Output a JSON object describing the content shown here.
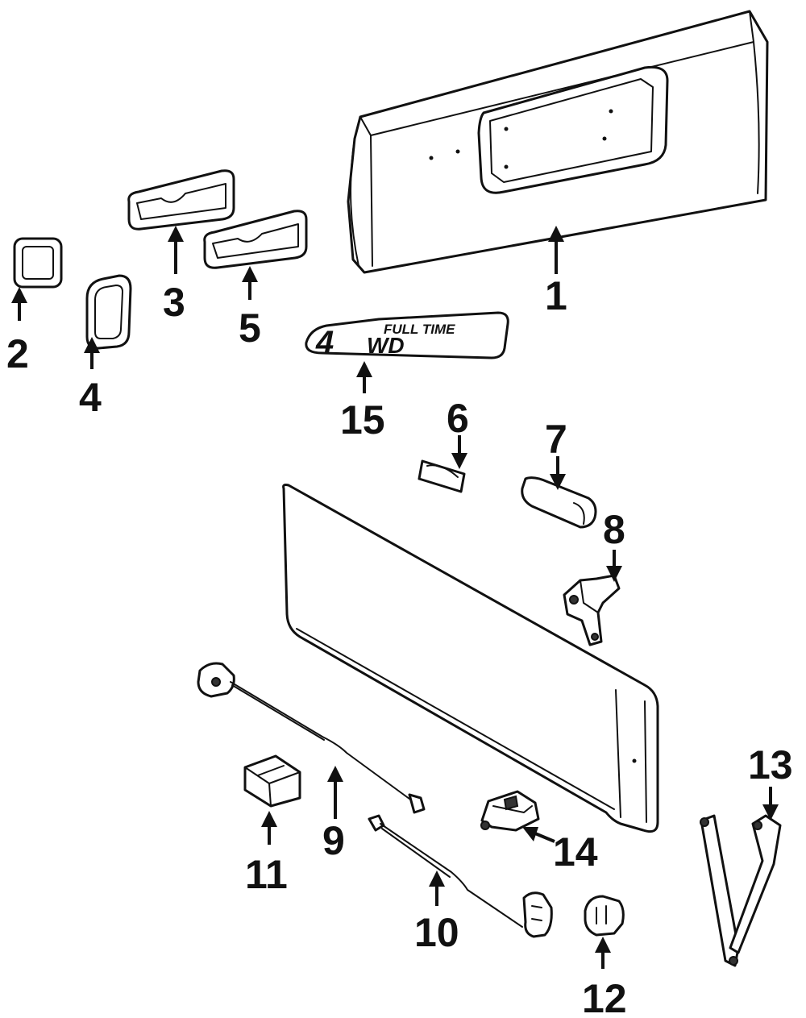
{
  "callouts": [
    "1",
    "2",
    "3",
    "4",
    "5",
    "6",
    "7",
    "8",
    "9",
    "10",
    "11",
    "12",
    "13",
    "14",
    "15"
  ],
  "emblem": {
    "line1": "FULL TIME",
    "big_digit": "4",
    "big_letters": "WD"
  }
}
